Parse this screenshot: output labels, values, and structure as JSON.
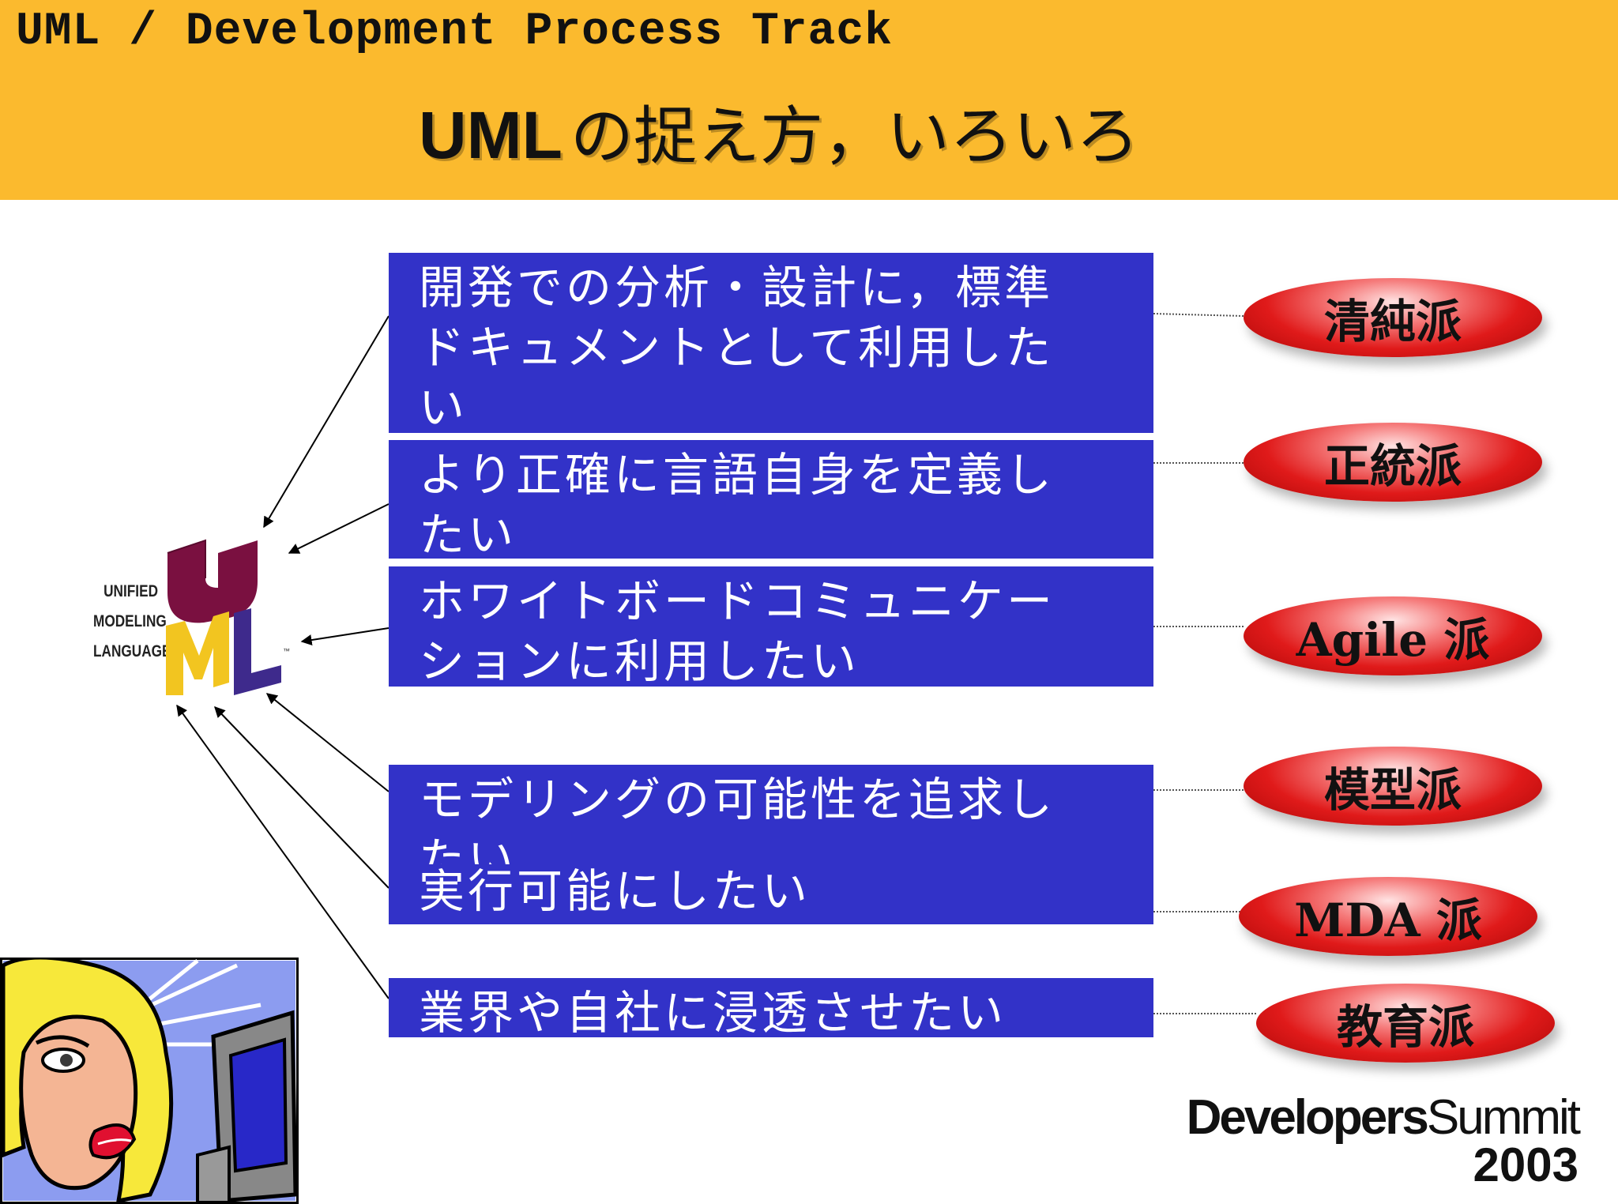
{
  "header": {
    "track": "UML / Development Process Track",
    "title_uml": "UML",
    "title_rest": "の捉え方，いろいろ"
  },
  "logo": {
    "letters": [
      "U",
      "M",
      "L"
    ],
    "lines": [
      "UNIFIED",
      "MODELING",
      "LANGUAGE"
    ],
    "tm": "™"
  },
  "boxes": [
    {
      "lines": [
        "開発での分析・設計に，標準",
        "ドキュメントとして利用した",
        "い"
      ]
    },
    {
      "lines": [
        "より正確に言語自身を定義し",
        "たい"
      ]
    },
    {
      "lines": [
        "ホワイトボードコミュニケー",
        "ションに利用したい"
      ]
    },
    {
      "lines": [
        "モデリングの可能性を追求し",
        "たい",
        "実行可能にしたい"
      ]
    },
    {
      "lines": [
        "業界や自社に浸透させたい"
      ]
    }
  ],
  "schools": [
    {
      "label": "清純派"
    },
    {
      "label": "正統派"
    },
    {
      "label": "Agile 派"
    },
    {
      "label": "模型派"
    },
    {
      "label": "MDA 派"
    },
    {
      "label": "教育派"
    }
  ],
  "footer": {
    "brand_bold": "Developers",
    "brand_light": "Summit",
    "year": "2003"
  },
  "colors": {
    "header_bg": "#FBBA2E",
    "box_bg": "#3232C8",
    "oval_red": "#E01A1A",
    "logo_maroon": "#7A1040",
    "logo_yellow": "#F2C520",
    "logo_purple": "#3E2A8C"
  }
}
